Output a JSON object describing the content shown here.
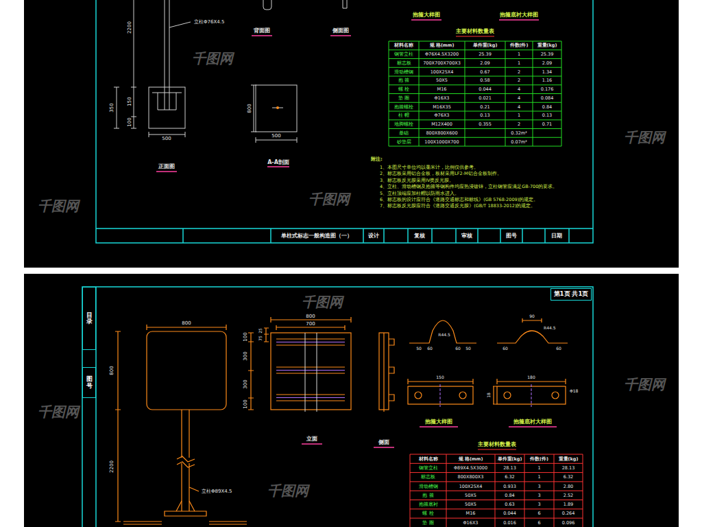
{
  "diagram": {
    "nodes": [
      {
        "text": [
          "第1页 共1页"
        ]
      },
      {
        "text": [
          "目录"
        ]
      },
      {
        "text": [
          "图号"
        ]
      }
    ],
    "labels": [
      "立柱Φ76X4.5",
      "背面图",
      "侧面图",
      "2200",
      "350",
      "150",
      "100",
      "500",
      "正面图",
      "800",
      "500",
      "A-A剖面",
      "抱箍大样图",
      "抱箍底衬大样图",
      "主要材料数量表",
      "材料名称",
      "规 格(mm)",
      "单件重(kg)",
      "件数(件)",
      "重量(kg)",
      "钢管立柱",
      "Φ76X4.5X3200",
      "25.39",
      "1",
      "25.39",
      "标志板",
      "700X700X700X3",
      "2.09",
      "1",
      "2.09",
      "滑动槽钢",
      "100X25X4",
      "0.67",
      "2",
      "1.34",
      "抱 箍",
      "50X5",
      "0.58",
      "2",
      "1.16",
      "螺 栓",
      "M16",
      "0.044",
      "4",
      "0.176",
      "垫 圈",
      "Φ16X3",
      "0.021",
      "4",
      "0.084",
      "抱箍螺栓",
      "M16X35",
      "0.21",
      "4",
      "0.84",
      "柱 帽",
      "Φ76X3",
      "0.13",
      "1",
      "0.13",
      "地脚螺栓",
      "M12X400",
      "0.355",
      "2",
      "0.71",
      "基础",
      "800X800X600",
      "0.32m³",
      "砂垫层",
      "100X1000X700",
      "0.07m³",
      "附注:",
      "1、本图尺寸单位均以毫米计，比例仅供参考。",
      "2、标志板采用铝合金板，板材采用LF2-M铝合金板制作。",
      "3、标志板反光膜采用IV类反光膜。",
      "4、立柱、滑动槽钢及抱箍等钢构件均应热浸镀锌，立柱钢管应满足GB-700的要求。",
      "5、立柱顶端应加柱帽以防雨水进入。",
      "6、标志板的设计应符合《道路交通标志和标线》(GB 5768-2009)的规定。",
      "7、标志板反光膜应符合《道路交通反光膜》(GB/T 18833-2012)的规定。",
      "单柱式标志一般构造图（一）",
      "设计",
      "复核",
      "审核",
      "图号",
      "日期",
      "800",
      "800",
      "2200",
      "立柱Φ89X4.5",
      "800",
      "700",
      "100",
      "300",
      "300",
      "100",
      "25",
      "75",
      "立面",
      "侧面",
      "R44.5",
      "50",
      "60",
      "60",
      "50",
      "90",
      "R44.5",
      "60",
      "60",
      "150",
      "180",
      "Φ18",
      "18",
      "抱箍大样图",
      "抱箍底衬大样图",
      "主要材料数量表",
      "材料名称",
      "规 格(mm)",
      "单件重(kg)",
      "件数(件)",
      "重量(kg)",
      "钢管立柱",
      "Φ89X4.5X3000",
      "28.13",
      "1",
      "28.13",
      "标志板",
      "800X800X3",
      "6.32",
      "1",
      "6.32",
      "滑动槽钢",
      "100X25X4",
      "0.933",
      "3",
      "2.80",
      "抱 箍",
      "50X5",
      "0.84",
      "3",
      "2.52",
      "抱箍底衬",
      "50X5",
      "0.63",
      "3",
      "1.89",
      "螺 栓",
      "M16",
      "0.044",
      "6",
      "0.264",
      "垫 圈",
      "Φ16X3",
      "0.016",
      "6",
      "0.096",
      "千图网",
      "千图网",
      "千图网",
      "千图网",
      "千图网",
      "千图网",
      "千图网",
      "千图网"
    ]
  }
}
